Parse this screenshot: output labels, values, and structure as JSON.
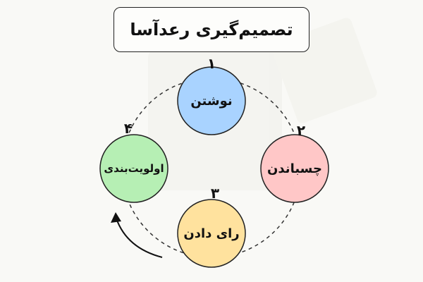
{
  "title": "تصمیم‌گیری رعدآسا",
  "steps": [
    {
      "number": "۱",
      "label": "نوشتن",
      "color": "#a9d3ff"
    },
    {
      "number": "۲",
      "label": "چسباندن",
      "color": "#ffc7c7"
    },
    {
      "number": "۳",
      "label": "رای دادن",
      "color": "#ffe29e"
    },
    {
      "number": "۴",
      "label": "اولویت‌بندی",
      "color": "#b6efb4"
    }
  ],
  "colors": {
    "background": "#f9f9f6",
    "outline": "#222222"
  }
}
